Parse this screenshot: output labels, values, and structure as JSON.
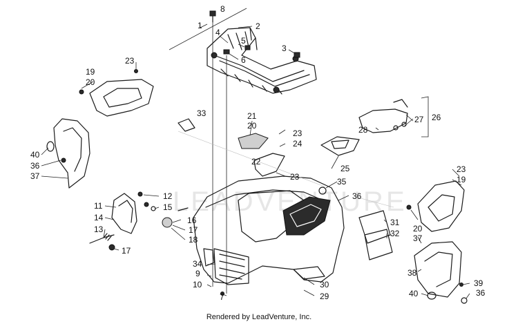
{
  "diagram": {
    "callouts": [
      "1",
      "2",
      "3",
      "4",
      "5",
      "6",
      "7",
      "8",
      "9",
      "10",
      "11",
      "12",
      "13",
      "14",
      "15",
      "16",
      "17",
      "18",
      "19",
      "20",
      "21",
      "22",
      "23",
      "24",
      "25",
      "26",
      "27",
      "28",
      "29",
      "30",
      "31",
      "32",
      "33",
      "34",
      "35",
      "36",
      "37",
      "38",
      "39",
      "40"
    ],
    "watermark": "LEADVENTURE",
    "footer_credit": "Rendered by LeadVenture, Inc."
  }
}
